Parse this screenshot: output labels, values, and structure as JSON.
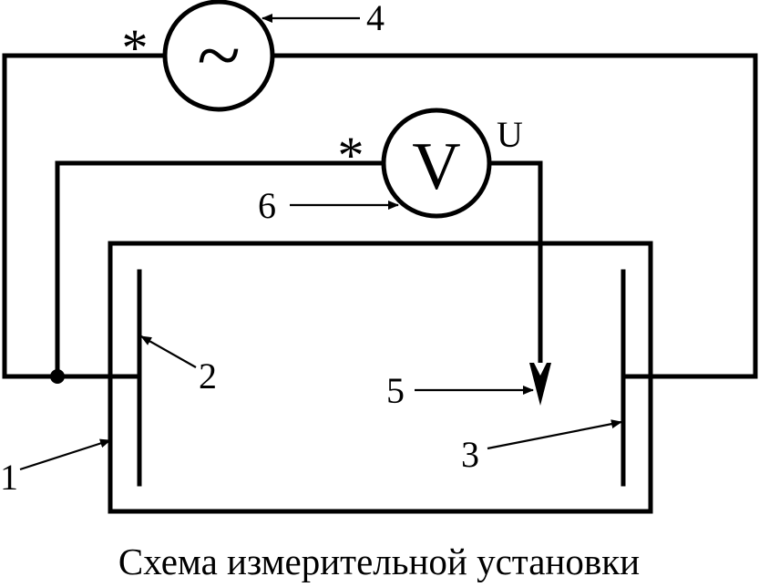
{
  "diagram": {
    "labels": {
      "n1": "1",
      "n2": "2",
      "n3": "3",
      "n4": "4",
      "n5": "5",
      "n6": "6"
    },
    "generator_symbol": "~",
    "voltmeter_symbol": "V",
    "voltage_label": "U",
    "polarity_mark_generator": "*",
    "polarity_mark_voltmeter": "*",
    "caption": "Схема измерительной установки"
  }
}
